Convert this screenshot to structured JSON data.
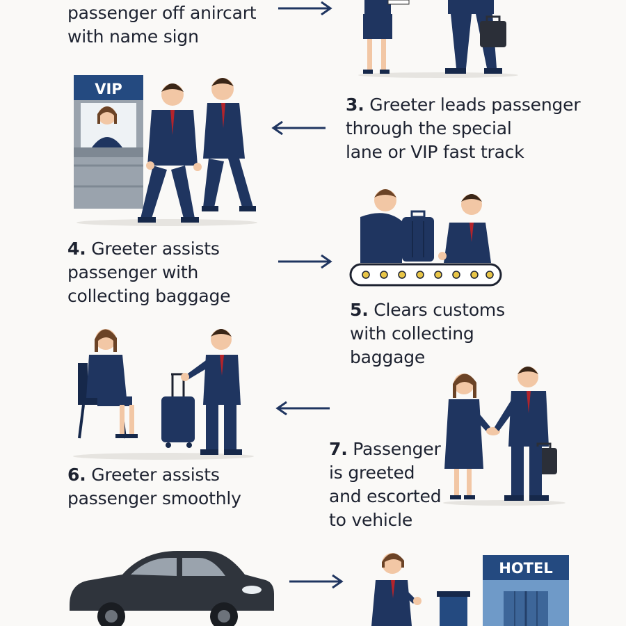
{
  "steps": [
    {
      "id": "step-2-partial",
      "number": "",
      "lines": [
        "passenger off anircart",
        "with name sign"
      ]
    },
    {
      "id": "step-3",
      "number": "3.",
      "lines": [
        "Greeter leads passenger",
        "through the special",
        "lane or VIP fast track"
      ]
    },
    {
      "id": "step-4",
      "number": "4.",
      "lines": [
        "Greeter assists",
        "passenger with",
        "collecting baggage"
      ]
    },
    {
      "id": "step-5",
      "number": "5.",
      "lines": [
        "Clears customs",
        "with collecting",
        "baggage"
      ]
    },
    {
      "id": "step-6",
      "number": "6.",
      "lines": [
        "Greeter assists",
        "passenger smoothly"
      ]
    },
    {
      "id": "step-7",
      "number": "7.",
      "lines": [
        "Passenger",
        "is greeted",
        "and escorted",
        "to vehicle"
      ]
    }
  ],
  "signs": {
    "vip": "VIP",
    "hotel": "HOTEL"
  },
  "arrows": [
    "right-arrow-icon",
    "left-arrow-icon",
    "right-arrow-icon",
    "left-arrow-icon",
    "right-arrow-icon"
  ],
  "colors": {
    "suit": "#1f3560",
    "suit_dark": "#16284a",
    "tie": "#b3242b",
    "skin": "#f2c7a5",
    "hair": "#6b4326",
    "booth": "#9aa3ad",
    "sign": "#244a80",
    "car": "#2f343c",
    "conveyor_dot": "#e8c547"
  }
}
